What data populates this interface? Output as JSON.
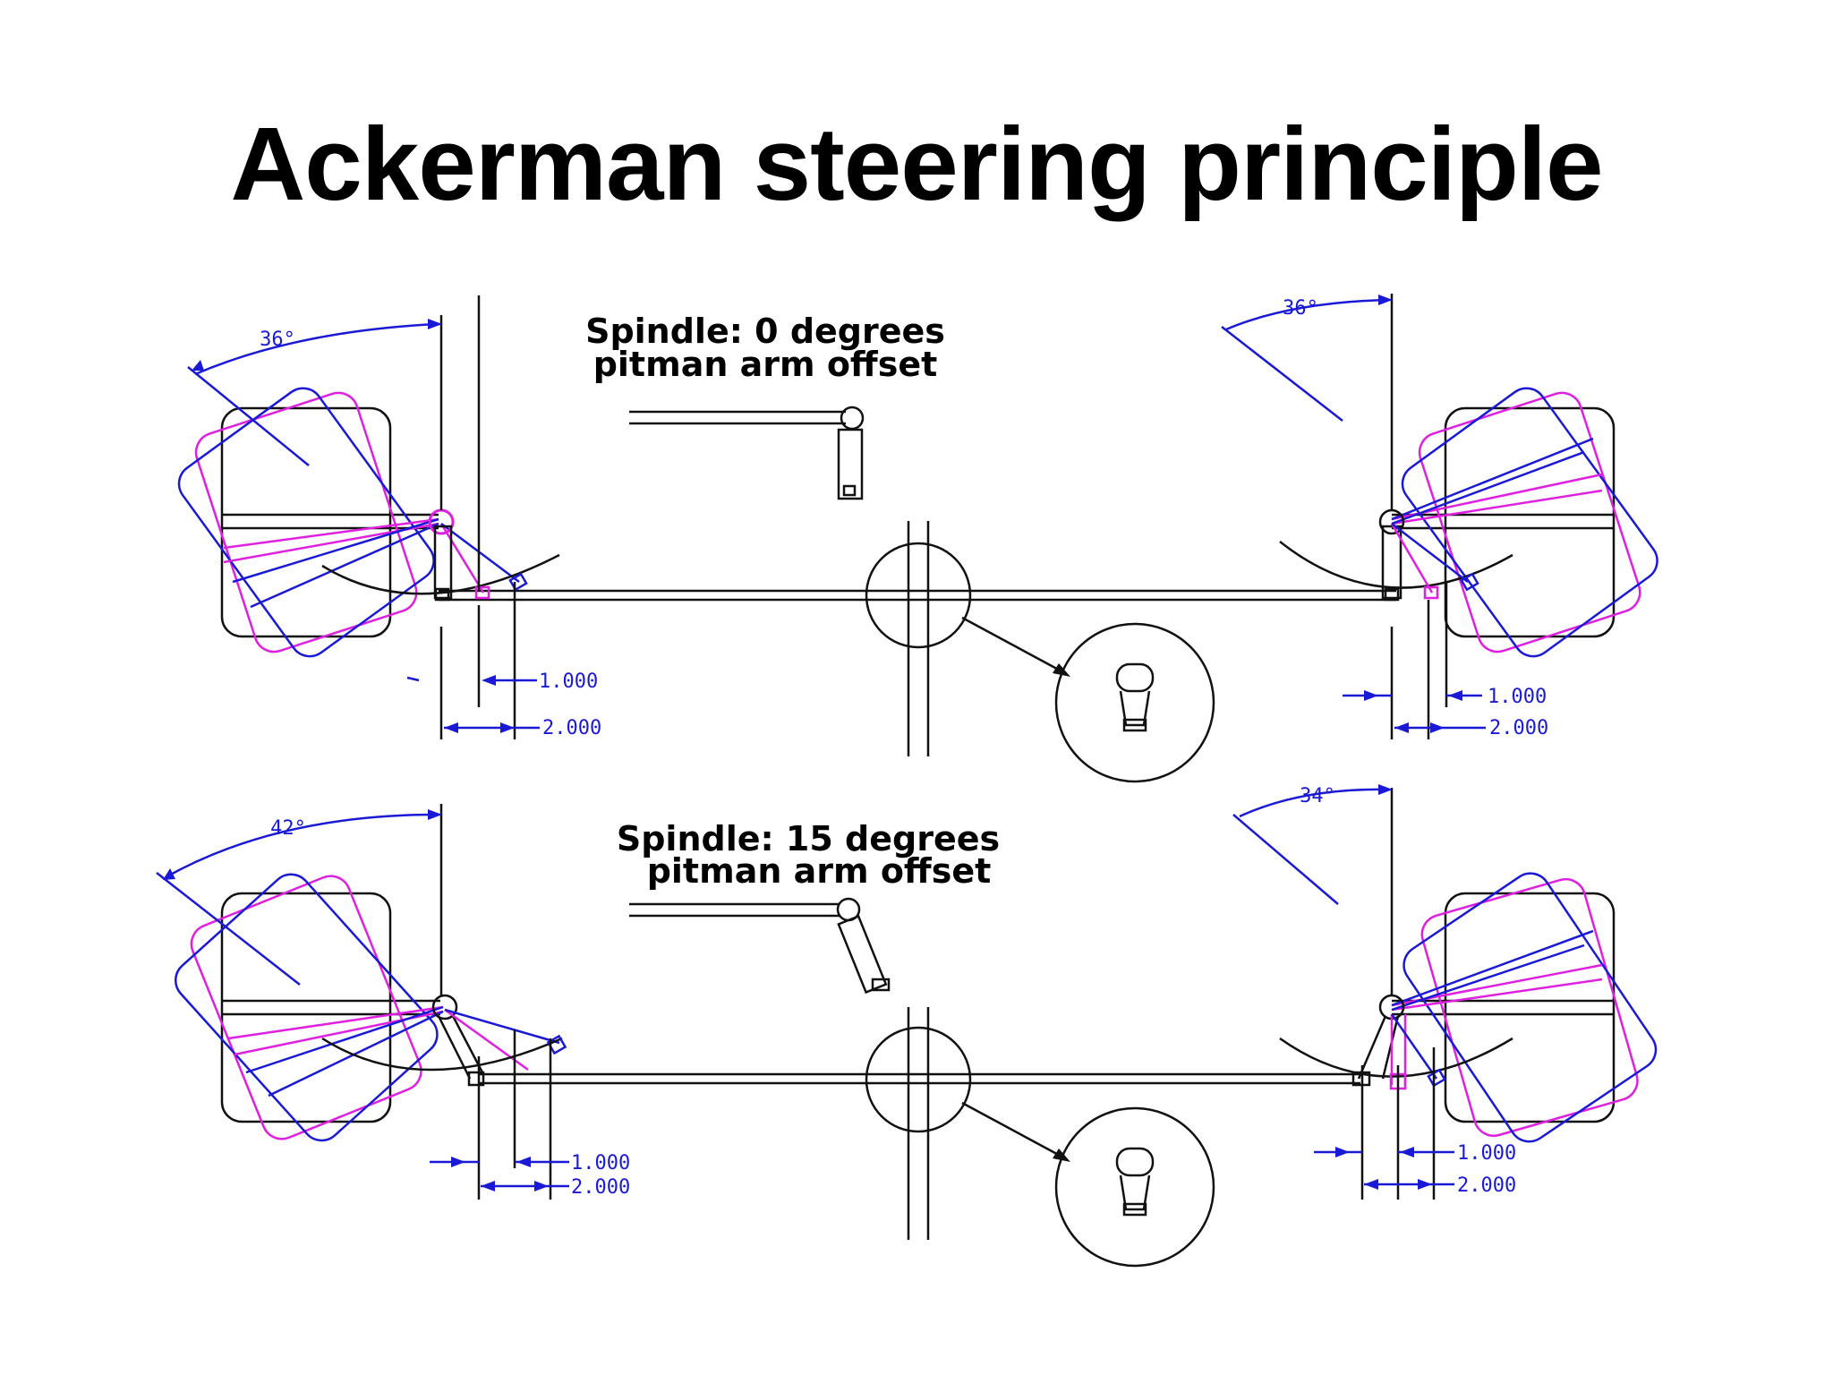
{
  "title": "Ackerman steering principle",
  "colors": {
    "line": "#111111",
    "dimension": "#1a1ad6",
    "steered_wheel": "#e020e0",
    "background": "#ffffff"
  },
  "panels": [
    {
      "caption_line1": "Spindle: 0 degrees",
      "caption_line2": "pitman arm offset",
      "left_angle": "36°",
      "right_angle": "36°",
      "left_dim_small": "1.000",
      "left_dim_large": "2.000",
      "right_dim_small": "1.000",
      "right_dim_large": "2.000"
    },
    {
      "caption_line1": "Spindle: 15 degrees",
      "caption_line2": "pitman arm offset",
      "left_angle": "42°",
      "right_angle": "34°",
      "left_dim_small": "1.000",
      "left_dim_large": "2.000",
      "right_dim_small": "1.000",
      "right_dim_large": "2.000"
    }
  ]
}
